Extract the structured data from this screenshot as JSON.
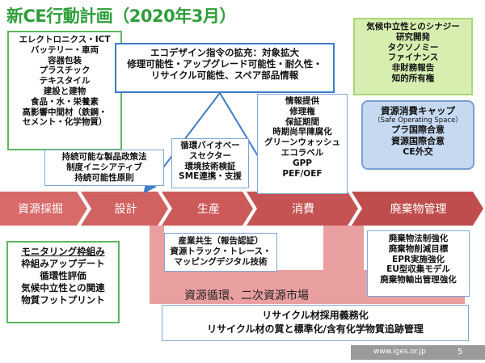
{
  "title": "新CE行動計画（2020年3月）",
  "products_box": {
    "lines": [
      "エレクトロニクス・ICT",
      "バッテリー・車両",
      "容器包装",
      "プラスチック",
      "テキスタイル",
      "建設と建物",
      "食品・水・栄養素",
      "高影響中間材（鉄鋼・",
      "セメント・化学物質）"
    ]
  },
  "ecodesign_box": {
    "lines": [
      "エコデザイン指令の拡充：対象拡大",
      "修理可能性・アップグレード可能性・耐久性・",
      "リサイクル可能性、スペア部品情報"
    ]
  },
  "synergy_box": {
    "lines": [
      "気候中立性とのシナジー",
      "研究開発",
      "タクソノミー",
      "ファイナンス",
      "非財務報告",
      "知的所有権"
    ]
  },
  "resource_cap_box": {
    "lines": [
      "資源消費キャップ",
      "（Safe Operating Space）",
      "プラ国際合意",
      "資源国際合意",
      "CE外交"
    ]
  },
  "policy_box": {
    "lines": [
      "持続可能な製品政策法",
      "制度イニシアティブ",
      "持続可能性原則"
    ]
  },
  "circular_bio_box": {
    "lines": [
      "循環バイオベー",
      "スセクター",
      "環境技術検証",
      "SME連携・支援"
    ]
  },
  "consumer_box": {
    "lines": [
      "情報提供",
      "修理権",
      "保証期間",
      "時期尚早陳腐化",
      "グリーンウォッシュ",
      "エコラベル",
      "GPP",
      "PEF/OEF"
    ]
  },
  "flow": {
    "stages": [
      "資源採掘",
      "設計",
      "生産",
      "消費",
      "廃棄物管理"
    ],
    "stage_colors": [
      "#d86a6a",
      "#d26262",
      "#cc5a5a",
      "#c55353",
      "#bf4d4d"
    ],
    "return_label": "資源循環、二次資源市場"
  },
  "symbiosis_box": {
    "lines": [
      "産業共生（報告認証）",
      "資源トラック・トレース・",
      "マッピングデジタル技術"
    ]
  },
  "waste_box": {
    "lines": [
      "廃棄物法制強化",
      "廃棄物削減目標",
      "EPR実施強化",
      "EU型収集モデル",
      "廃棄物輸出管理強化"
    ]
  },
  "monitoring_box": {
    "lines": [
      "モニタリング枠組み",
      "枠組みアップデート",
      "循環性評価",
      "気候中立性との関連",
      "物質フットプリント"
    ]
  },
  "recycled_box": {
    "lines": [
      "リサイクル材採用義務化",
      "リサイクル材の質と標準化/含有化学物質追跡管理"
    ]
  },
  "footer": {
    "url": "www.iges.or.jp",
    "page": "5"
  }
}
